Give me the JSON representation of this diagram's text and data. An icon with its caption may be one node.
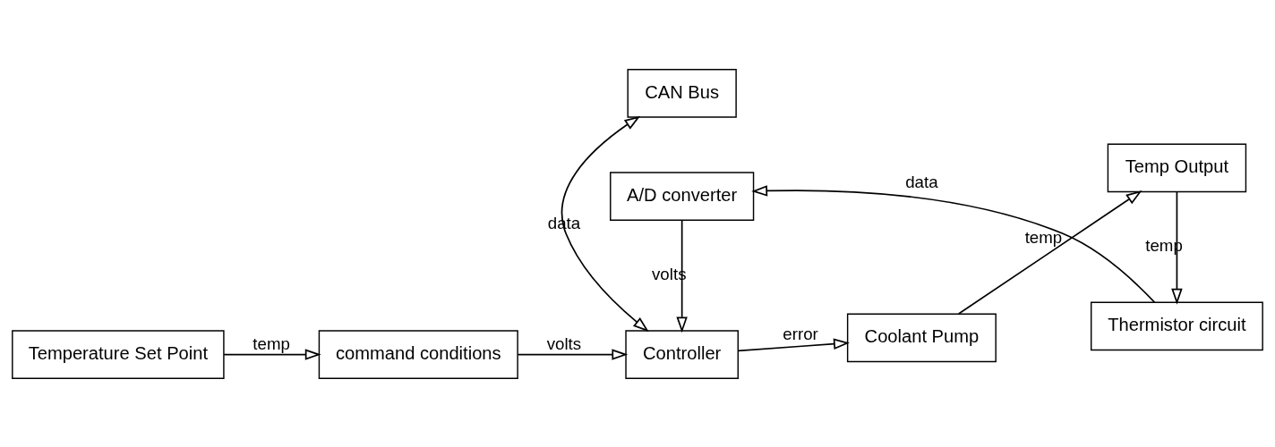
{
  "diagram": {
    "nodes": [
      {
        "text": [
          "Temperature Set Point"
        ]
      },
      {
        "text": [
          "command conditions"
        ]
      },
      {
        "text": [
          "CAN Bus"
        ]
      },
      {
        "text": [
          "Controller"
        ]
      },
      {
        "text": [
          "Coolant Pump"
        ]
      },
      {
        "text": [
          "Temp Output"
        ]
      },
      {
        "text": [
          "Thermistor circuit"
        ]
      },
      {
        "text": [
          "A/D converter"
        ]
      }
    ],
    "edges": [
      {
        "from": 0,
        "to": 1,
        "arrow": "to",
        "label": "temp"
      },
      {
        "from": 1,
        "to": 3,
        "arrow": "to",
        "label": "volts"
      },
      {
        "from": 2,
        "to": 3,
        "arrow": "both",
        "label": "data"
      },
      {
        "from": 3,
        "to": 4,
        "arrow": "to",
        "label": "error"
      },
      {
        "from": 4,
        "to": 5,
        "arrow": "to",
        "label": "temp"
      },
      {
        "from": 5,
        "to": 6,
        "arrow": "to",
        "label": "temp"
      },
      {
        "from": 6,
        "to": 7,
        "arrow": "to",
        "label": "data"
      },
      {
        "from": 7,
        "to": 3,
        "arrow": "to",
        "label": "volts"
      }
    ]
  }
}
